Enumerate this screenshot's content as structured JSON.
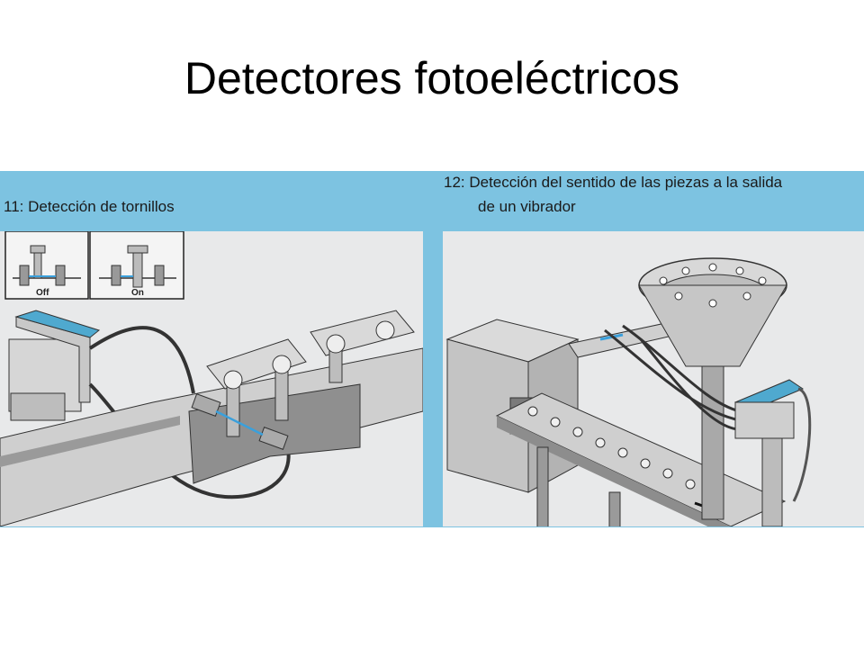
{
  "slide": {
    "title": "Detectores fotoeléctricos"
  },
  "figure": {
    "left_caption": "11: Detección de tornillos",
    "right_caption_line1": "12: Detección del sentido de las piezas a la salida",
    "right_caption_line2": "de un vibrador",
    "state_off_label": "Off",
    "state_on_label": "On"
  },
  "colors": {
    "frame_blue": "#7dc3e1",
    "panel_gray": "#e8e9ea",
    "beam_blue": "#3aa0dc"
  }
}
